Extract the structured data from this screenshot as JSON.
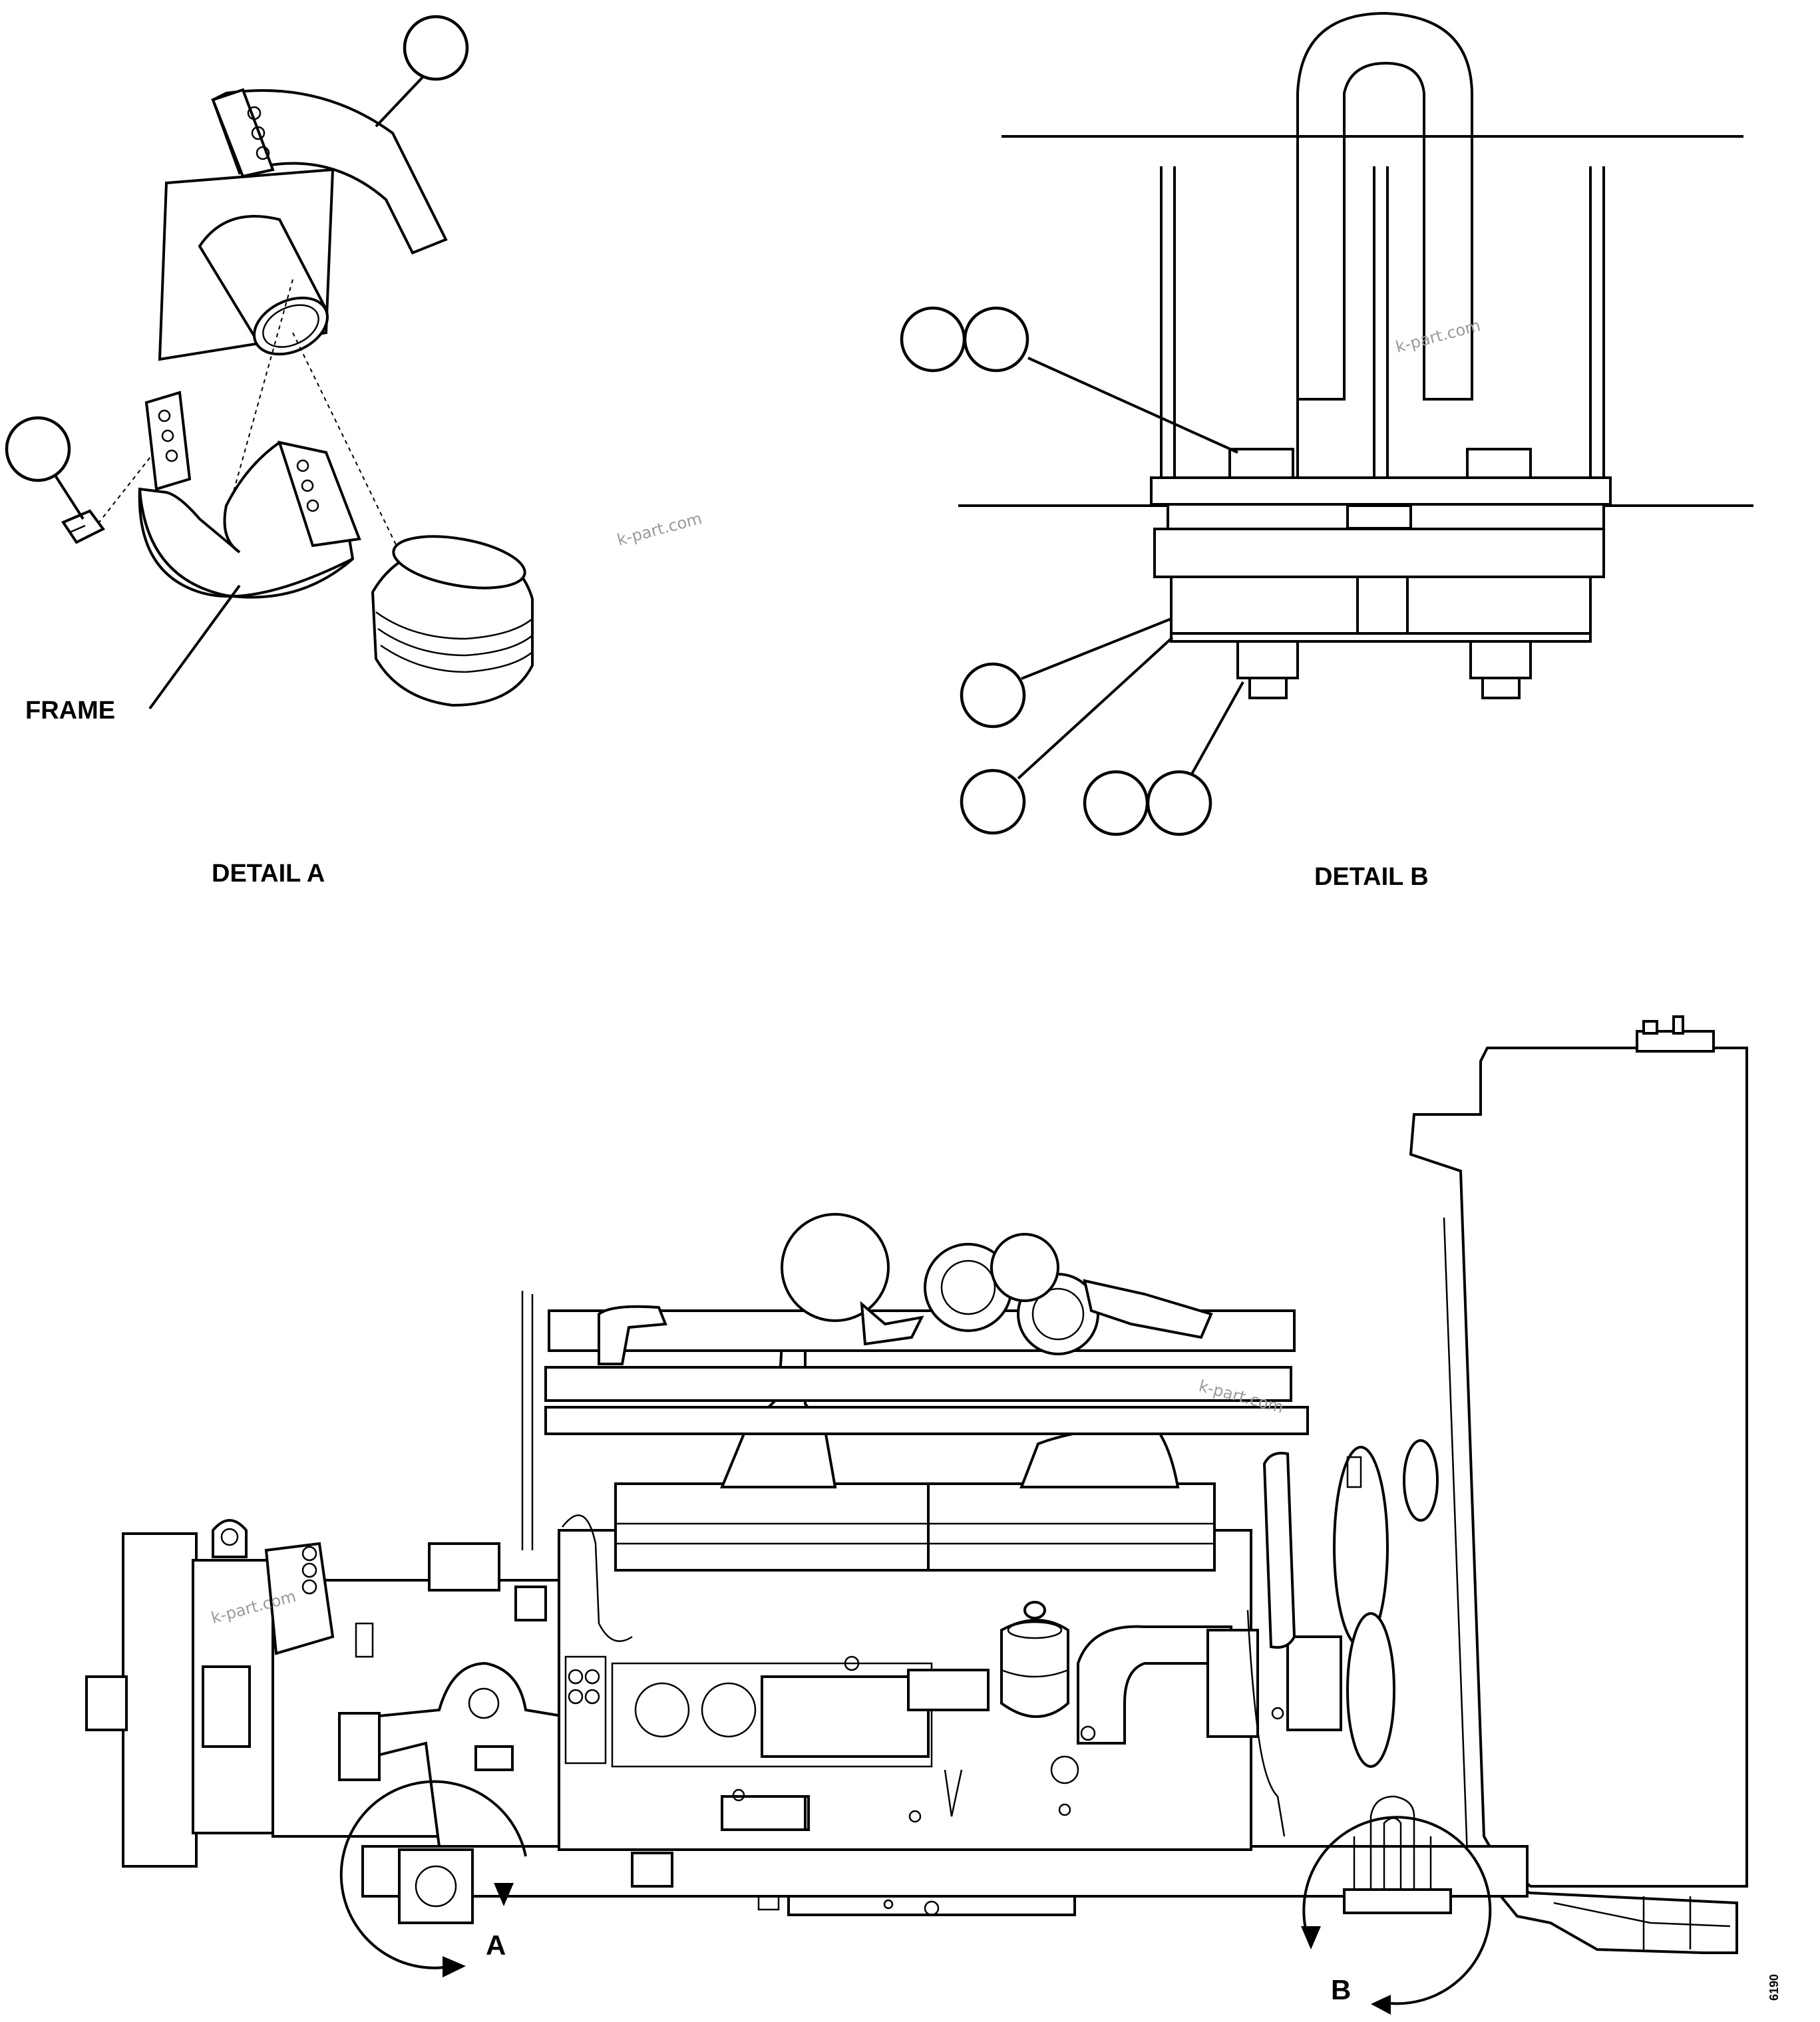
{
  "labels": {
    "frame": "FRAME",
    "detail_a": "DETAIL A",
    "detail_b": "DETAIL B",
    "callout_a": "A",
    "callout_b": "B",
    "figure_code": "6190"
  },
  "watermark": "k-part.com"
}
